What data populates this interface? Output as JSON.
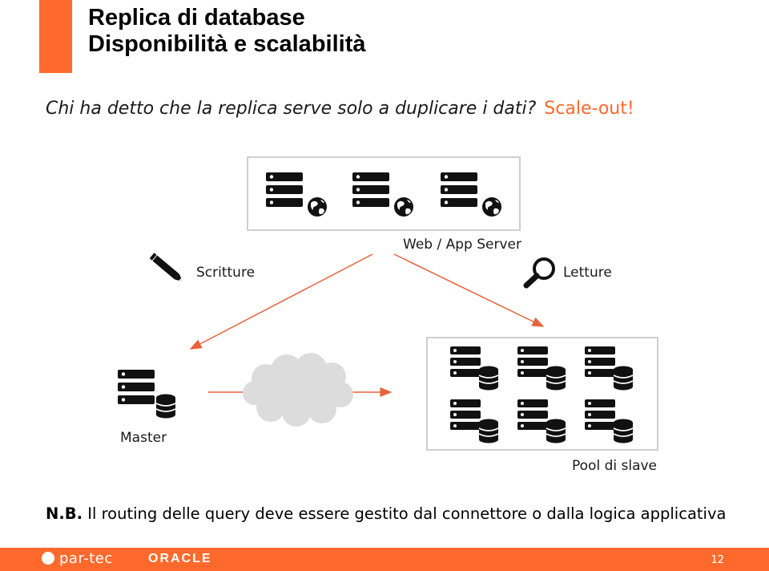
{
  "slide": {
    "title_line1": "Replica di database",
    "title_line2": "Disponibilità e scalabilità",
    "question": "Chi ha detto che la replica serve solo a duplicare i dati?",
    "scale_out": "Scale-out!"
  },
  "diagram": {
    "web_app_server_label": "Web / App Server",
    "writes_label": "Scritture",
    "reads_label": "Letture",
    "master_label": "Master",
    "slave_pool_label": "Pool di slave"
  },
  "note": {
    "prefix": "N.B.",
    "text": " Il routing delle query deve essere gestito dal connettore o dalla logica applicativa"
  },
  "footer": {
    "partec_logo": "par-tec",
    "oracle_logo": "ORACLE",
    "page_number": "12"
  },
  "colors": {
    "accent": "#ff6a2c",
    "arrow": "#e8623a",
    "box_border": "#cfcfcf",
    "cloud": "#dcdcdc",
    "icon": "#111111"
  },
  "icons": [
    "server-globe-icon",
    "pencil-icon",
    "magnifier-icon",
    "server-database-icon",
    "cloud-icon"
  ]
}
